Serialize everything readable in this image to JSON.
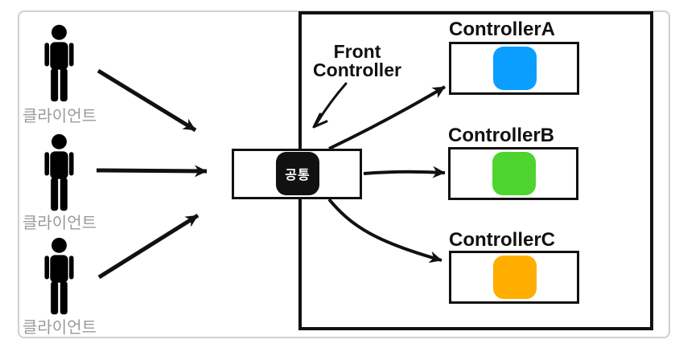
{
  "clients": [
    {
      "label": "클라이언트"
    },
    {
      "label": "클라이언트"
    },
    {
      "label": "클라이언트"
    }
  ],
  "front_controller": {
    "annotation": "Front Controller",
    "box_label": "공통"
  },
  "controllers": [
    {
      "name": "ControllerA",
      "color": "#0a9fff"
    },
    {
      "name": "ControllerB",
      "color": "#4fd32f"
    },
    {
      "name": "ControllerC",
      "color": "#ffae00"
    }
  ],
  "icons": {
    "client": "person-icon"
  },
  "colors": {
    "ink": "#111111",
    "client_label_text": "#9a9a9a",
    "canvas_border": "#cfcfcf",
    "controller_a": "#0a9fff",
    "controller_b": "#4fd32f",
    "controller_c": "#ffae00"
  }
}
